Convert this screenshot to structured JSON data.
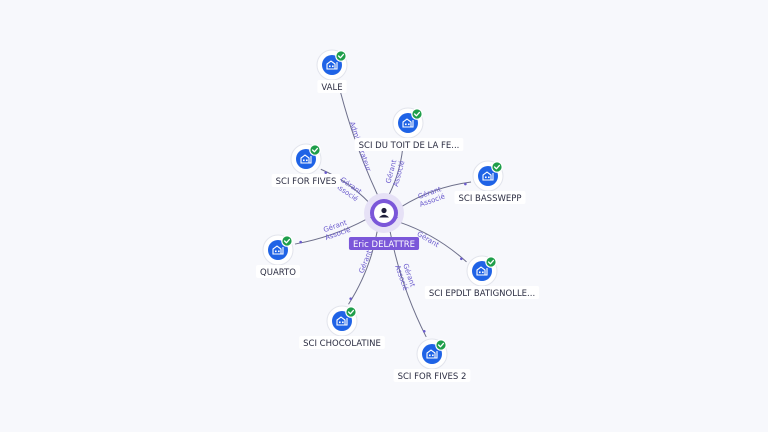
{
  "graph": {
    "center": {
      "name": "Eric DELATTRE",
      "icon": "person-icon"
    },
    "colors": {
      "node": "#1f63e6",
      "check": "#1e9e4a",
      "person": "#7b57d9",
      "edge_label": "#6a5acd"
    },
    "companies": [
      {
        "name": "VALE",
        "relations": [
          "Administrateur"
        ]
      },
      {
        "name": "SCI DU TOIT DE LA FE...",
        "relations": [
          "Gérant",
          "Associé"
        ]
      },
      {
        "name": "SCI FOR FIVES",
        "relations": [
          "Gérant",
          "Associé"
        ]
      },
      {
        "name": "SCI BASSWEPP",
        "relations": [
          "Gérant",
          "Associé"
        ]
      },
      {
        "name": "QUARTO",
        "relations": [
          "Gérant",
          "Associé"
        ]
      },
      {
        "name": "SCI EPDLT BATIGNOLLE...",
        "relations": [
          "Gérant"
        ]
      },
      {
        "name": "SCI CHOCOLATINE",
        "relations": [
          "Gérant"
        ]
      },
      {
        "name": "SCI FOR FIVES 2",
        "relations": [
          "Gérant",
          "Associé"
        ]
      }
    ]
  }
}
